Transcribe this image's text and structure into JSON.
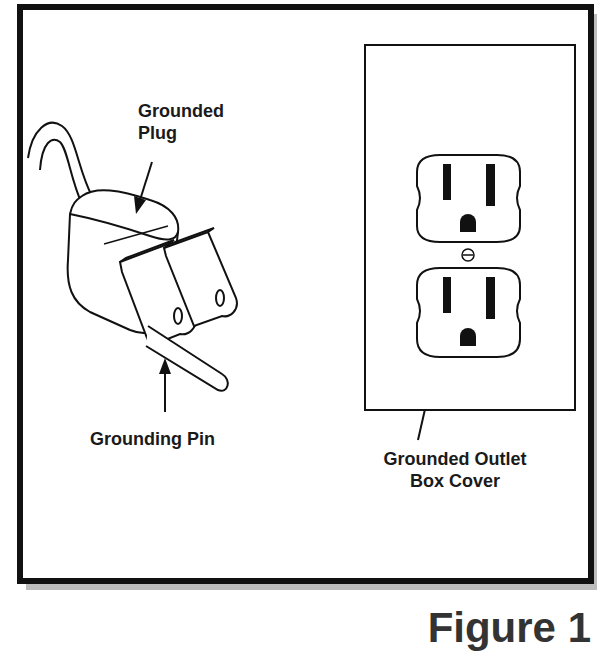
{
  "diagram": {
    "caption": "Figure 1",
    "labels": [
      "Grounded Plug",
      "Grounding Pin",
      "Grounded Outlet Box Cover"
    ]
  }
}
